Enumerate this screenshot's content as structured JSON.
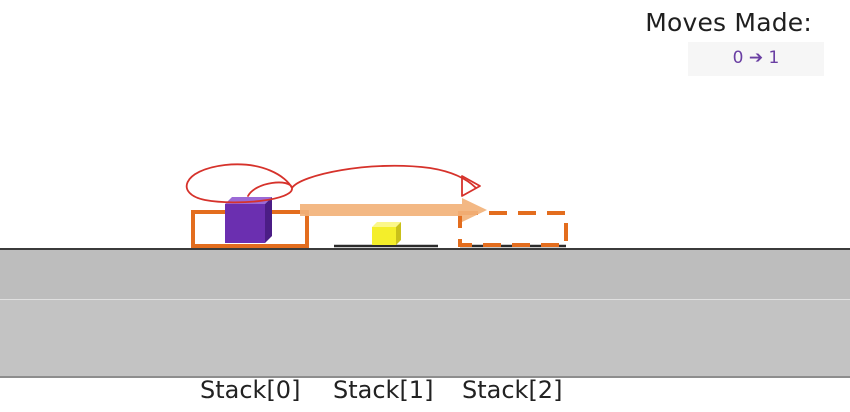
{
  "moves": {
    "title": "Moves Made:",
    "value": "0 ➔ 1"
  },
  "stacks": [
    {
      "label": "Stack[0]"
    },
    {
      "label": "Stack[1]"
    },
    {
      "label": "Stack[2]"
    }
  ],
  "colors": {
    "purple_block": "#6b2fb0",
    "yellow_block": "#f4ee2a",
    "highlight": "#e36d1e",
    "move_arrow": "#f2b27a",
    "annotation": "#d6322b"
  }
}
